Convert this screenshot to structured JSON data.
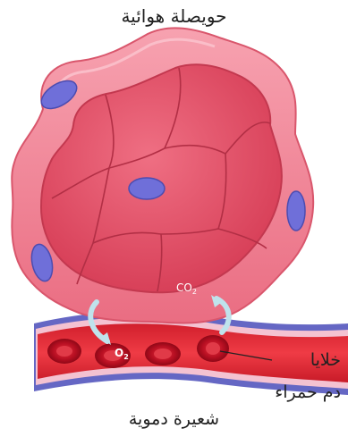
{
  "labels": {
    "alveolus": "حويصلة هوائية",
    "capillary": "شعيرة دموية",
    "rbc_line1": "خلايا",
    "rbc_line2": "دم حمراء"
  },
  "gases": {
    "out": "CO",
    "out_sub": "2",
    "in": "O",
    "in_sub": "2"
  },
  "colors": {
    "alveolus_wall": "#f07f92",
    "alveolus_inner": "#de4a60",
    "cell_lines": "#b22f45",
    "nucleus": "#6f6fd9",
    "capillary_blood": "#e02a35",
    "capillary_wall": "#5b5db8",
    "rbc": "#c8102e",
    "arrow": "#bfe3ec"
  }
}
